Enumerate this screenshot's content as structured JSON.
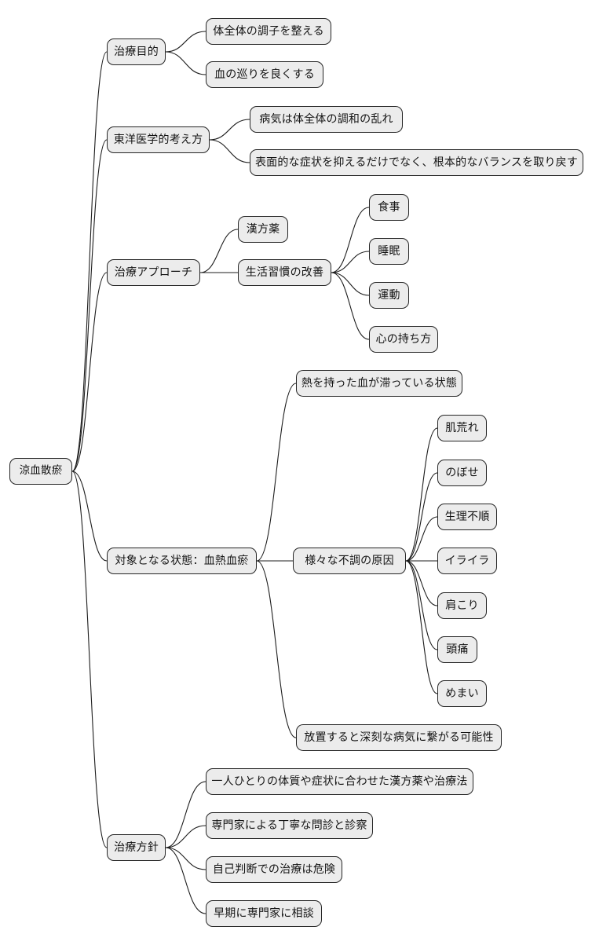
{
  "diagram": {
    "type": "mind-map",
    "title": "涼血散瘀",
    "direction": "left-to-right",
    "node_fill": "#ececec",
    "node_border": "#252525",
    "edge_color": "#1c1c1c",
    "background": "#ffffff"
  },
  "nodes": {
    "root": "涼血散瘀",
    "b1": "治療目的",
    "b1c1": "体全体の調子を整える",
    "b1c2": "血の巡りを良くする",
    "b2": "東洋医学的考え方",
    "b2c1": "病気は体全体の調和の乱れ",
    "b2c2": "表面的な症状を抑えるだけでなく、根本的なバランスを取り戻す",
    "b3": "治療アプローチ",
    "b3c1": "漢方薬",
    "b3c2": "生活習慣の改善",
    "b3c2a": "食事",
    "b3c2b": "睡眠",
    "b3c2c": "運動",
    "b3c2d": "心の持ち方",
    "b4": "対象となる状態：血熱血瘀",
    "b4c1": "熱を持った血が滞っている状態",
    "b4c2": "様々な不調の原因",
    "b4c2a": "肌荒れ",
    "b4c2b": "のぼせ",
    "b4c2c": "生理不順",
    "b4c2d": "イライラ",
    "b4c2e": "肩こり",
    "b4c2f": "頭痛",
    "b4c2g": "めまい",
    "b4c3": "放置すると深刻な病気に繋がる可能性",
    "b5": "治療方針",
    "b5c1": "一人ひとりの体質や症状に合わせた漢方薬や治療法",
    "b5c2": "専門家による丁寧な問診と診察",
    "b5c3": "自己判断での治療は危険",
    "b5c4": "早期に専門家に相談"
  }
}
